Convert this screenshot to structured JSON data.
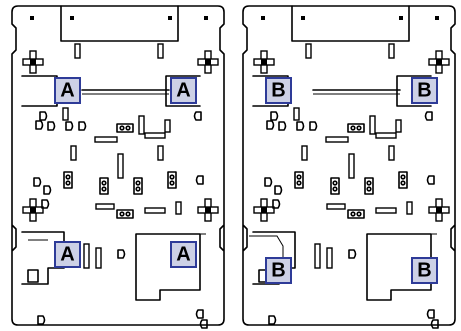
{
  "panels": [
    {
      "id": "left",
      "labels": [
        {
          "text": "A"
        },
        {
          "text": "A"
        },
        {
          "text": "A"
        },
        {
          "text": "A"
        }
      ]
    },
    {
      "id": "right",
      "labels": [
        {
          "text": "B"
        },
        {
          "text": "B"
        },
        {
          "text": "B"
        },
        {
          "text": "B"
        }
      ]
    }
  ],
  "colors": {
    "label_fill": "#cdd1e6",
    "label_border": "#2e3b98",
    "line": "#000000",
    "background": "#ffffff"
  }
}
